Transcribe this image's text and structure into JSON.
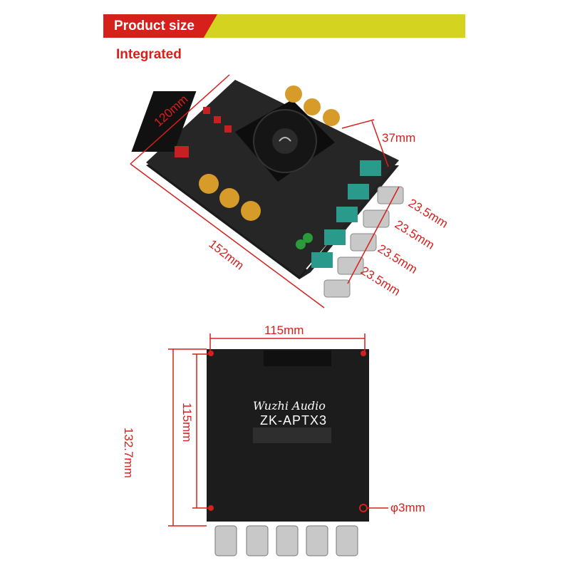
{
  "header": {
    "title": "Product size",
    "colors": {
      "tag": "#d6201c",
      "bar": "#d4d320"
    }
  },
  "subtitle": "Integrated",
  "top_view": {
    "width": "120mm",
    "height": "37mm",
    "length": "152mm",
    "knob_spacing": [
      "23.5mm",
      "23.5mm",
      "23.5mm",
      "23.5mm"
    ]
  },
  "bottom_view": {
    "brand": "Wuzhi Audio",
    "model": "ZK-APTX3",
    "hole_width": "115mm",
    "hole_height": "115mm",
    "board_height": "132.7mm",
    "hole_diameter": "φ3mm"
  },
  "dimension_color": "#d6201c"
}
